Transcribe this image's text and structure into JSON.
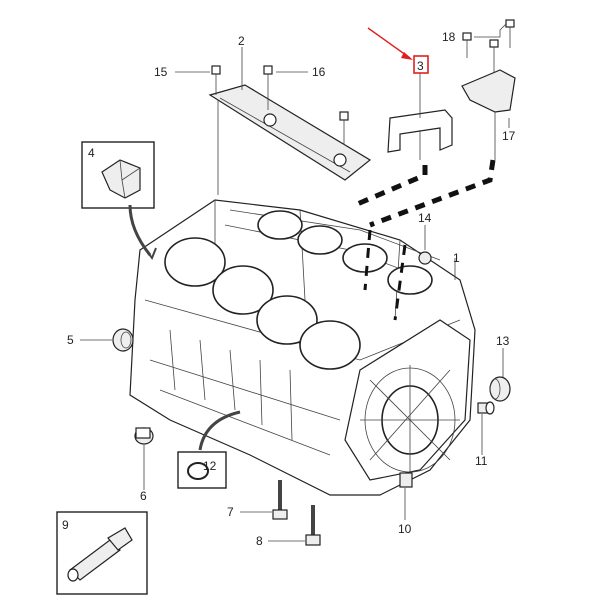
{
  "diagram": {
    "highlight_color": "#e02020",
    "highlighted_callout": "3",
    "callouts": {
      "c1": "1",
      "c2": "2",
      "c3": "3",
      "c4": "4",
      "c5": "5",
      "c6": "6",
      "c7": "7",
      "c8": "8",
      "c9": "9",
      "c10": "10",
      "c11": "11",
      "c12": "12",
      "c13": "13",
      "c14": "14",
      "c15": "15",
      "c16": "16",
      "c17": "17",
      "c18": "18"
    }
  }
}
